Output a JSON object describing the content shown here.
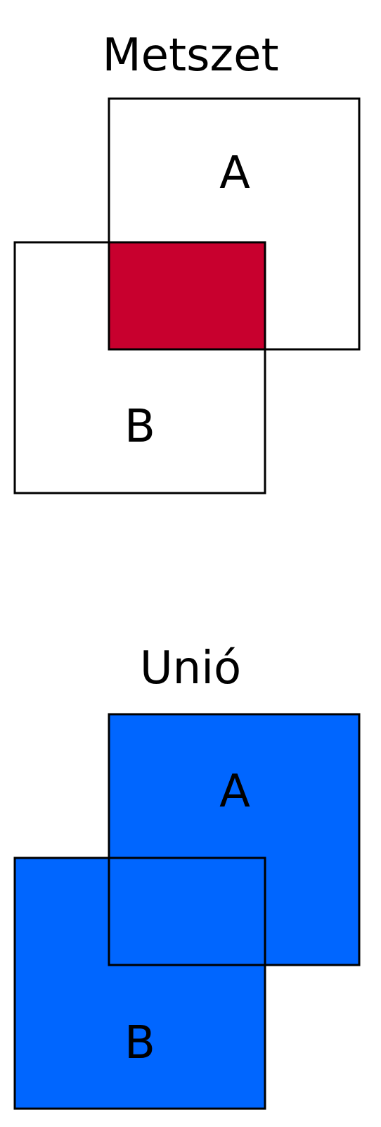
{
  "intersection": {
    "title": "Metszet",
    "label_a": "A",
    "label_b": "B",
    "fill_color": "#C8002E"
  },
  "union": {
    "title": "Unió",
    "label_a": "A",
    "label_b": "B",
    "fill_color": "#0066FF"
  }
}
